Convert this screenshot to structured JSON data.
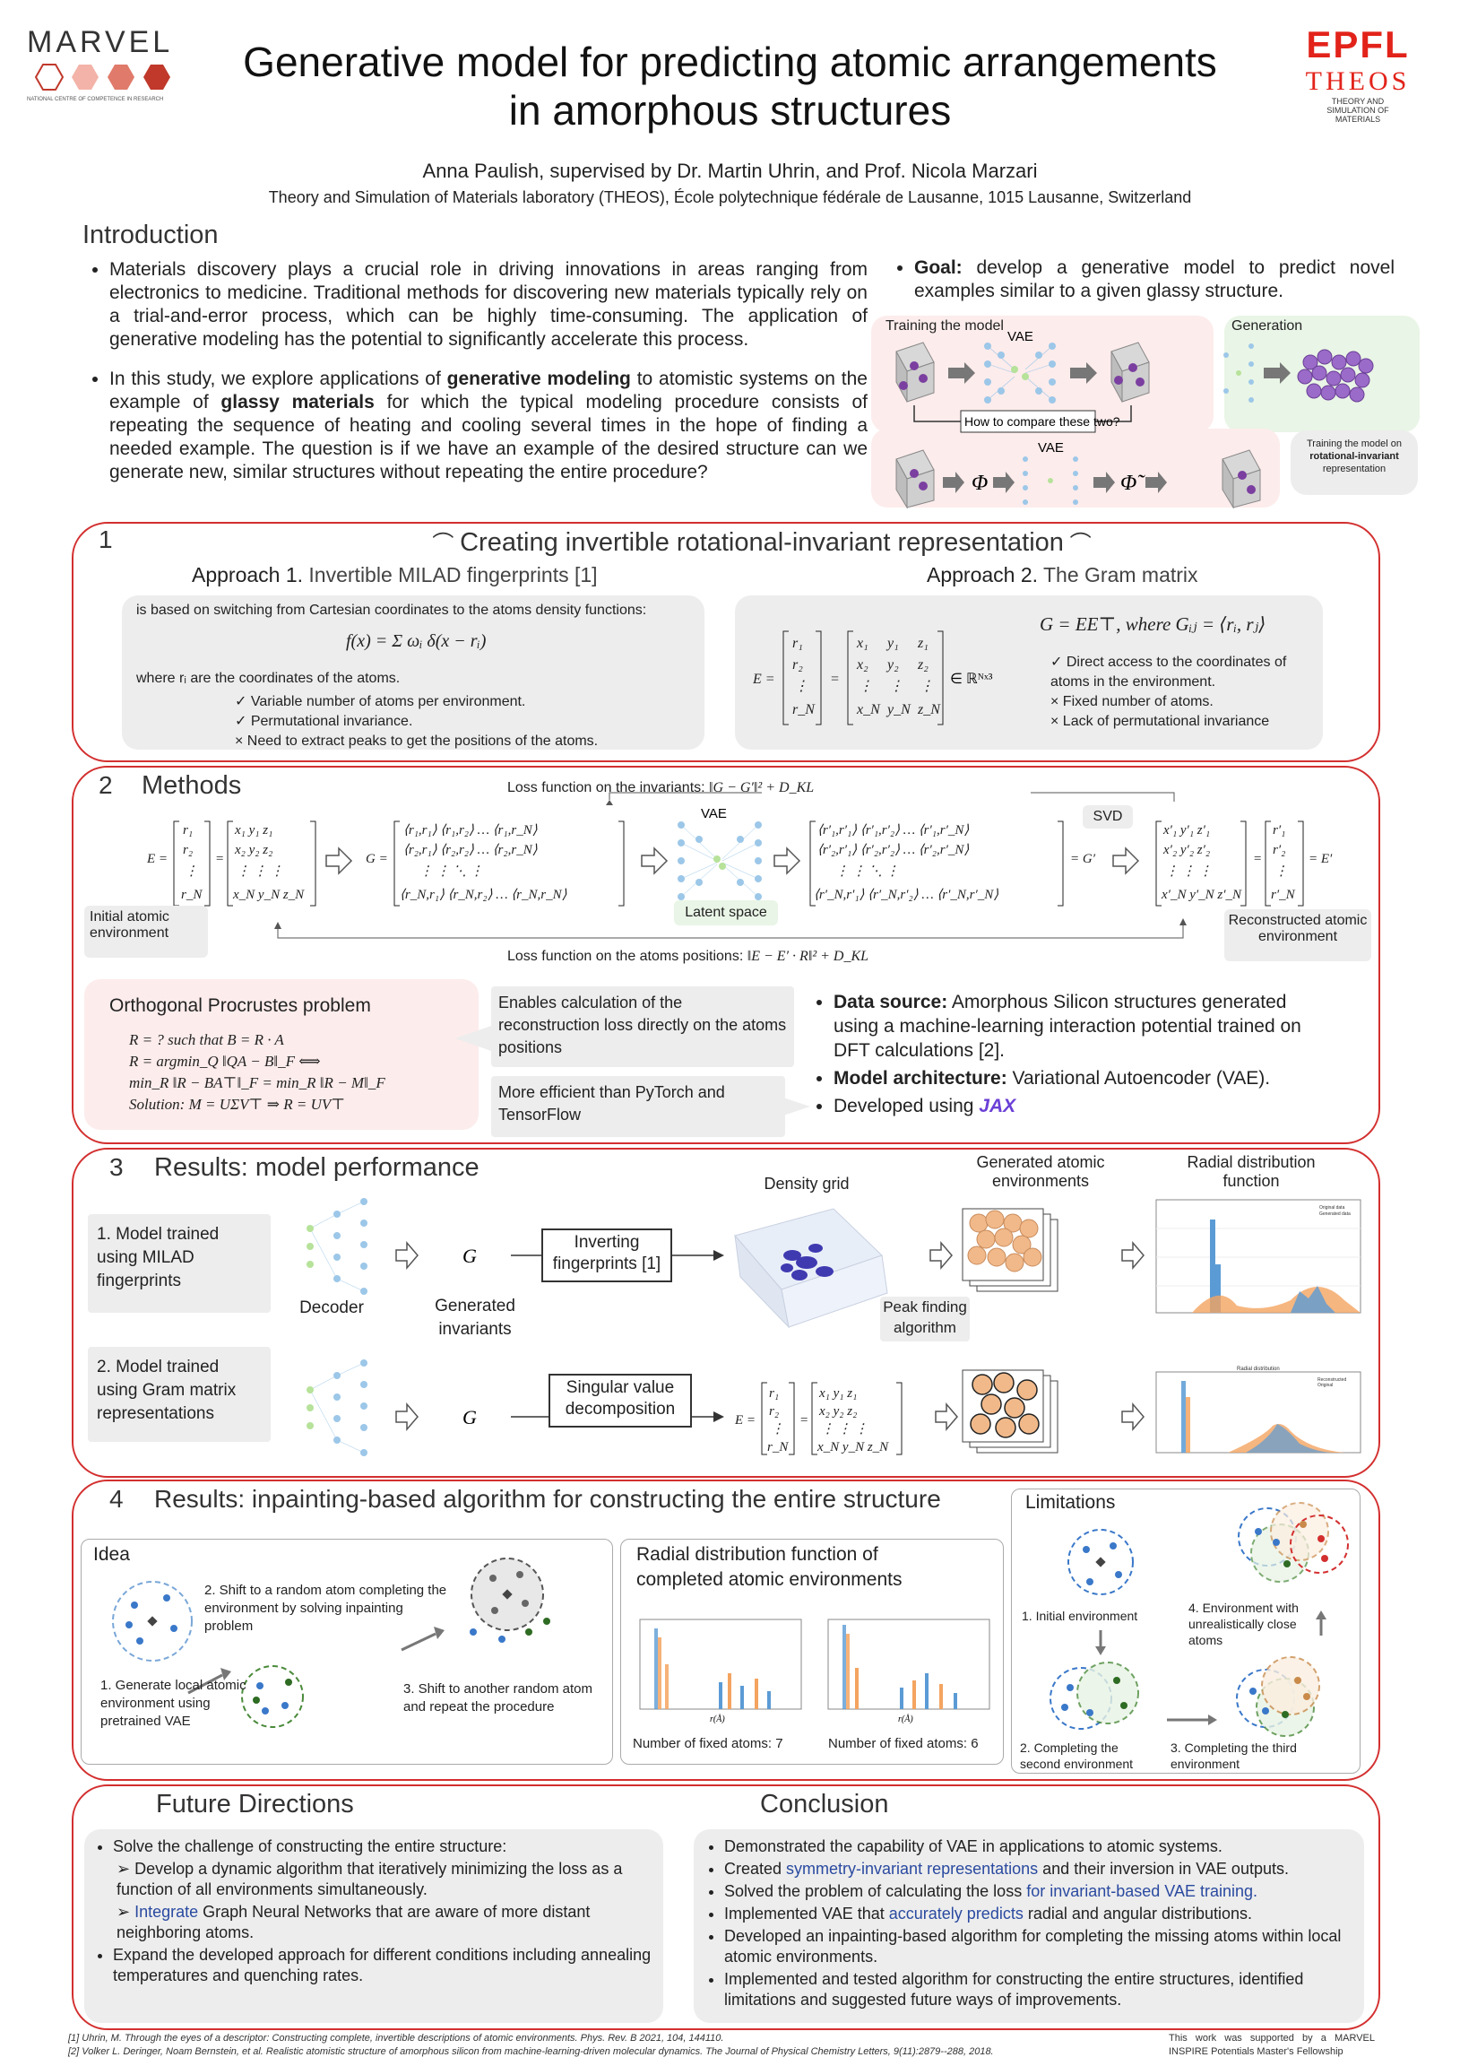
{
  "header": {
    "marvel_logo": "MARVEL",
    "marvel_sub": "NATIONAL CENTRE OF COMPETENCE IN RESEARCH",
    "epfl_logo": "EPFL",
    "theos_logo": "THEOS",
    "theos_sub": "THEORY AND SIMULATION OF MATERIALS",
    "title_line1": "Generative model for predicting atomic arrangements",
    "title_line2": "in amorphous structures",
    "authors": "Anna Paulish, supervised by Dr. Martin Uhrin, and Prof. Nicola Marzari",
    "affiliation": "Theory and Simulation of Materials laboratory (THEOS), École polytechnique fédérale de Lausanne, 1015 Lausanne, Switzerland"
  },
  "intro": {
    "heading": "Introduction",
    "bullet1": "Materials discovery plays a crucial role in driving innovations in areas ranging from electronics to medicine. Traditional methods for discovering new materials typically rely on a trial-and-error process, which can be highly time-consuming. The application of generative modeling has the potential to significantly accelerate this process.",
    "bullet2_a": "In this study, we explore applications of ",
    "bullet2_b": "generative modeling",
    "bullet2_c": " to atomistic systems on the example of ",
    "bullet2_d": "glassy materials",
    "bullet2_e": " for which the typical modeling procedure consists of repeating the sequence of heating and cooling several times in the hope of finding a needed example. The question is if we have an example of the desired structure can we generate new, similar structures without repeating the entire procedure?",
    "goal_label": "Goal:",
    "goal_text": " develop a generative model to predict novel examples similar to a given glassy structure.",
    "training_label": "Training the model",
    "generation_label": "Generation",
    "vae": "VAE",
    "compare_q": "How to compare these two?",
    "phi": "Φ",
    "phi_tilde": "Φ̃",
    "rot_note_1": "Training the model on",
    "rot_note_2": "rotational-invariant",
    "rot_note_3": "representation"
  },
  "s1": {
    "num": "1",
    "title": "Creating invertible rotational-invariant representation",
    "a1_bold": "Approach 1.",
    "a1_rest": " Invertible MILAD fingerprints [1]",
    "a1_line1": "is based on switching from Cartesian coordinates to the atoms density functions:",
    "a1_formula": "f(x) = Σ ωᵢ δ(x − rᵢ)",
    "a1_where": "where rᵢ are the coordinates of the atoms.",
    "a1_items": [
      "✓  Variable number of atoms per environment.",
      "✓  Permutational invariance.",
      "×   Need to extract peaks to get the positions of the atoms."
    ],
    "a2_bold": "Approach 2.",
    "a2_rest": " The Gram matrix",
    "a2_formula": "G = EE⊤, where Gᵢⱼ = ⟨rᵢ, rⱼ⟩",
    "a2_items": [
      "✓  Direct access to the coordinates of atoms in the environment.",
      "×   Fixed number of atoms.",
      "×   Lack of permutational invariance"
    ],
    "real_space": "∈ ℝᴺˣ³"
  },
  "s2": {
    "num": "2",
    "title": "Methods",
    "loss_inv": "Loss function on the invariants:",
    "loss_inv_math": "‖G − G′‖² + D_KL",
    "loss_pos": "Loss function on the atoms positions:",
    "loss_pos_math": "‖E − E′ · R‖² + D_KL",
    "initial_env": "Initial atomic environment",
    "reconstructed_env": "Reconstructed atomic environment",
    "latent": "Latent space",
    "svd": "SVD",
    "vae": "VAE",
    "procrustes_title": "Orthogonal Procrustes problem",
    "procrustes_lines": [
      "R = ? such that B = R · A",
      "R = argmin_Q ‖QA − B‖_F  ⟺",
      "min_R ‖R − BA⊤‖_F = min_R ‖R − M‖_F",
      "Solution:  M = UΣV⊤ ⇒ R = UV⊤"
    ],
    "note1": "Enables calculation of the reconstruction loss directly on the atoms positions",
    "note2": "More efficient than PyTorch and TensorFlow",
    "ds_bold": "Data source:",
    "ds_text": " Amorphous Silicon structures generated using a machine-learning interaction potential trained on DFT calculations [2].",
    "arch_bold": "Model architecture:",
    "arch_text": " Variational Autoencoder (VAE).",
    "dev_text": "Developed using",
    "jax": "JAX"
  },
  "s3": {
    "num": "3",
    "title": "Results: model performance",
    "density_grid": "Density grid",
    "generated_envs": "Generated atomic environments",
    "rdf": "Radial distribution function",
    "m1": "1.  Model trained using MILAD fingerprints",
    "m2": "2.  Model trained using Gram matrix representations",
    "decoder": "Decoder",
    "g_sym": "G",
    "gen_inv": "Generated invariants",
    "inv_fp": "Inverting fingerprints [1]",
    "svd_box": "Singular value decomposition",
    "peak": "Peak finding algorithm",
    "legend1a": "Original data",
    "legend1b": "Generated data",
    "legend2a": "Reconstructed",
    "legend2b": "Original",
    "rdf_title2": "Radial distribution"
  },
  "s4": {
    "num": "4",
    "title": "Results: inpainting-based algorithm for constructing the entire structure",
    "idea": "Idea",
    "step1": "1.  Generate local atomic environment using pretrained VAE",
    "step2": "2.  Shift to a random atom completing the environment by solving inpainting problem",
    "step3": "3.  Shift to another random atom and repeat the procedure",
    "rdf_title": "Radial distribution function of completed atomic environments",
    "fixed7": "Number of fixed atoms: 7",
    "fixed6": "Number of fixed atoms: 6",
    "limitations": "Limitations",
    "lim1": "1. Initial environment",
    "lim2": "2. Completing the second environment",
    "lim3": "3. Completing the third environment",
    "lim4": "4. Environment with unrealistically close atoms",
    "xaxis": "r(Å)"
  },
  "s5": {
    "future_title": "Future Directions",
    "conclusion_title": "Conclusion",
    "fd1": "Solve the challenge of constructing the entire structure:",
    "fd1a": "Develop a dynamic algorithm that iteratively minimizing the loss as a function of all environments simultaneously.",
    "fd1b_blue": "Integrate",
    "fd1b_rest": " Graph Neural Networks that are aware of more distant neighboring atoms.",
    "fd2": "Expand the developed approach for different conditions including annealing temperatures and quenching rates.",
    "c1": "Demonstrated the capability of VAE in applications to atomic systems.",
    "c2a": "Created ",
    "c2b": "symmetry-invariant representations",
    "c2c": " and their inversion in VAE outputs.",
    "c3a": "Solved the problem of calculating the loss ",
    "c3b": "for invariant-based VAE training.",
    "c4a": "Implemented VAE that ",
    "c4b": "accurately predicts",
    "c4c": " radial and angular distributions.",
    "c5": "Developed an inpainting-based algorithm for completing the missing atoms within local atomic environments.",
    "c6": "Implemented and tested algorithm for constructing the entire structures, identified limitations and suggested future ways of improvements."
  },
  "footer": {
    "ref1": "[1] Uhrin, M. Through the eyes of a descriptor: Constructing complete, invertible descriptions of atomic environments. Phys. Rev. B 2021, 104, 144110.",
    "ref2": "[2] Volker L. Deringer, Noam Bernstein, et al.  Realistic atomistic structure of amorphous silicon from machine-learning-driven molecular dynamics. The Journal of Physical Chemistry Letters, 9(11):2879--288, 2018.",
    "support": "This work was supported by a MARVEL INSPIRE Potentials Master's Fellowship"
  },
  "colors": {
    "accent_red": "#d32f2f",
    "box_gray": "#ededed",
    "box_pink": "#fdecec",
    "box_green": "#e9f5e6",
    "blue_text": "#2a4aa0"
  }
}
